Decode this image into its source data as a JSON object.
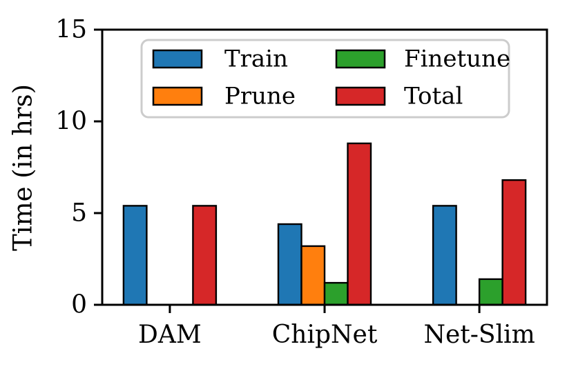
{
  "figure": {
    "background": "#ffffff",
    "axis_color": "#000000",
    "bar_edge_color": "#000000",
    "legend_border_color": "#cccccc",
    "legend_background": "#ffffff"
  },
  "chart_data": {
    "type": "bar",
    "title": "",
    "xlabel": "",
    "ylabel": "Time (in hrs)",
    "categories": [
      "DAM",
      "ChipNet",
      "Net-Slim"
    ],
    "series": [
      {
        "name": "Train",
        "color": "#1f77b4",
        "values": [
          5.4,
          4.4,
          5.4
        ]
      },
      {
        "name": "Prune",
        "color": "#ff7f0e",
        "values": [
          0,
          3.2,
          0
        ]
      },
      {
        "name": "Finetune",
        "color": "#2ca02c",
        "values": [
          0,
          1.2,
          1.4
        ]
      },
      {
        "name": "Total",
        "color": "#d62728",
        "values": [
          5.4,
          8.8,
          6.8
        ]
      }
    ],
    "ylim": [
      0,
      15
    ],
    "yticks": [
      0,
      5,
      10,
      15
    ],
    "grid": false,
    "legend": {
      "position": "upper center",
      "columns": 2,
      "order": "column-major",
      "labels": [
        "Train",
        "Prune",
        "Finetune",
        "Total"
      ]
    }
  }
}
